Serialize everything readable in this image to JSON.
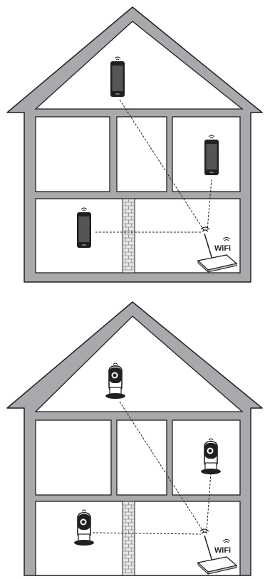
{
  "diagrams": [
    {
      "device_type": "smartphone",
      "router_label": "WiFi",
      "device_locations": [
        "attic",
        "upper-right-room",
        "lower-left-room"
      ]
    },
    {
      "device_type": "camera",
      "router_label": "WiFi",
      "device_locations": [
        "attic",
        "upper-right-room",
        "lower-left-room"
      ]
    }
  ],
  "colors": {
    "house_fill": "#a7a9ac",
    "outline": "#231f20",
    "room_fill": "#ffffff",
    "brick": "#9a9a9a",
    "connection_line": "#231f20"
  },
  "icons": [
    "smartphone-icon",
    "camera-icon",
    "router-icon",
    "wifi-signal-icon"
  ]
}
